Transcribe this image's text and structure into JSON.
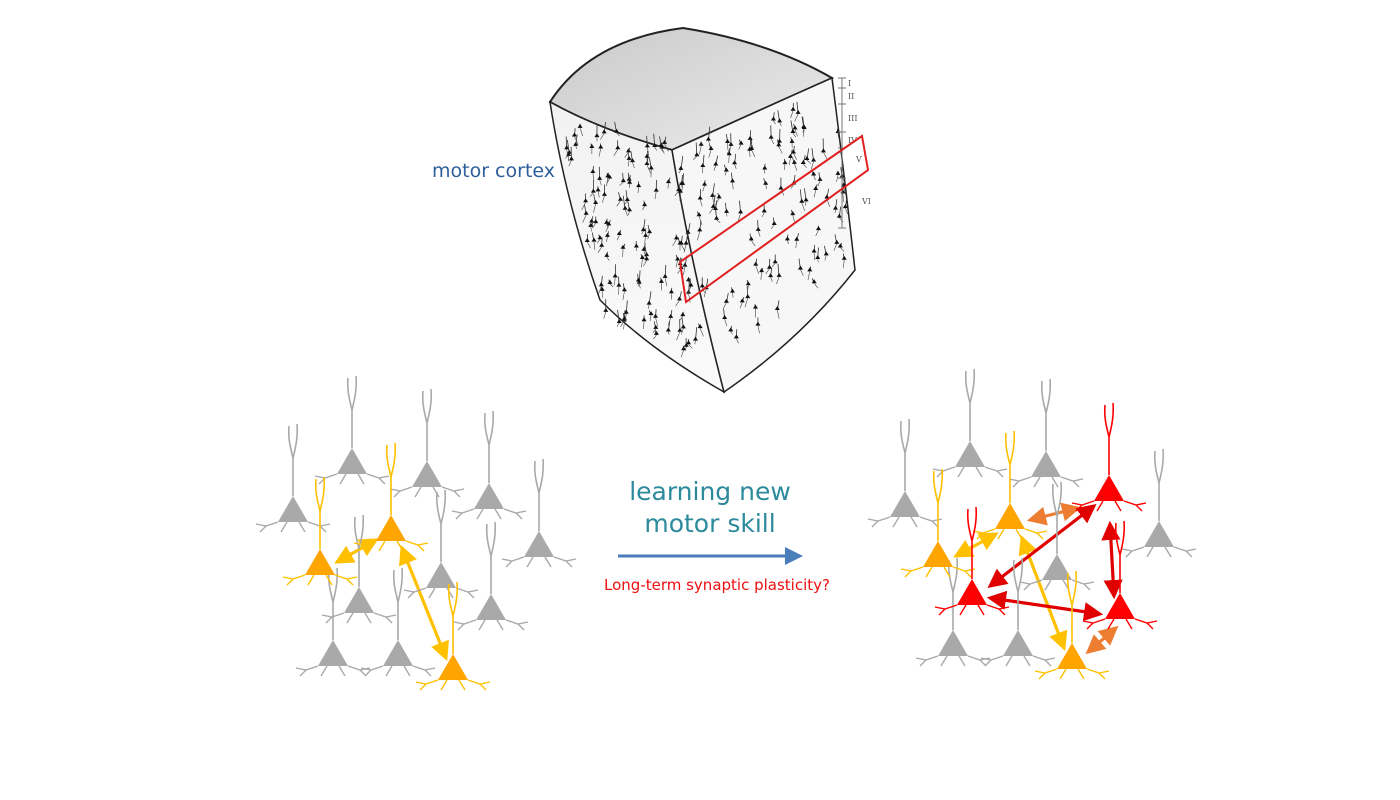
{
  "labels": {
    "motor_cortex": "motor cortex",
    "learning_line1": "learning new",
    "learning_line2": "motor skill",
    "plasticity": "Long-term synaptic plasticity?"
  },
  "cortex_layers": [
    "I",
    "II",
    "III",
    "IV",
    "V",
    "VI"
  ],
  "colors": {
    "inactive_neuron": "#a9a9a9",
    "engaged_neuron": "#ffa500",
    "engaged_dendrite": "#ffc000",
    "strengthened_neuron": "#ff0000",
    "arrow_yellow": "#ffc000",
    "arrow_orange": "#ed7d31",
    "arrow_red": "#e00000",
    "highlight_box": "#e02020",
    "transition_arrow": "#4a7ebb"
  },
  "icons": [
    "cortex-block-illustration",
    "neuron-icon",
    "connection-arrow",
    "transition-arrow"
  ]
}
